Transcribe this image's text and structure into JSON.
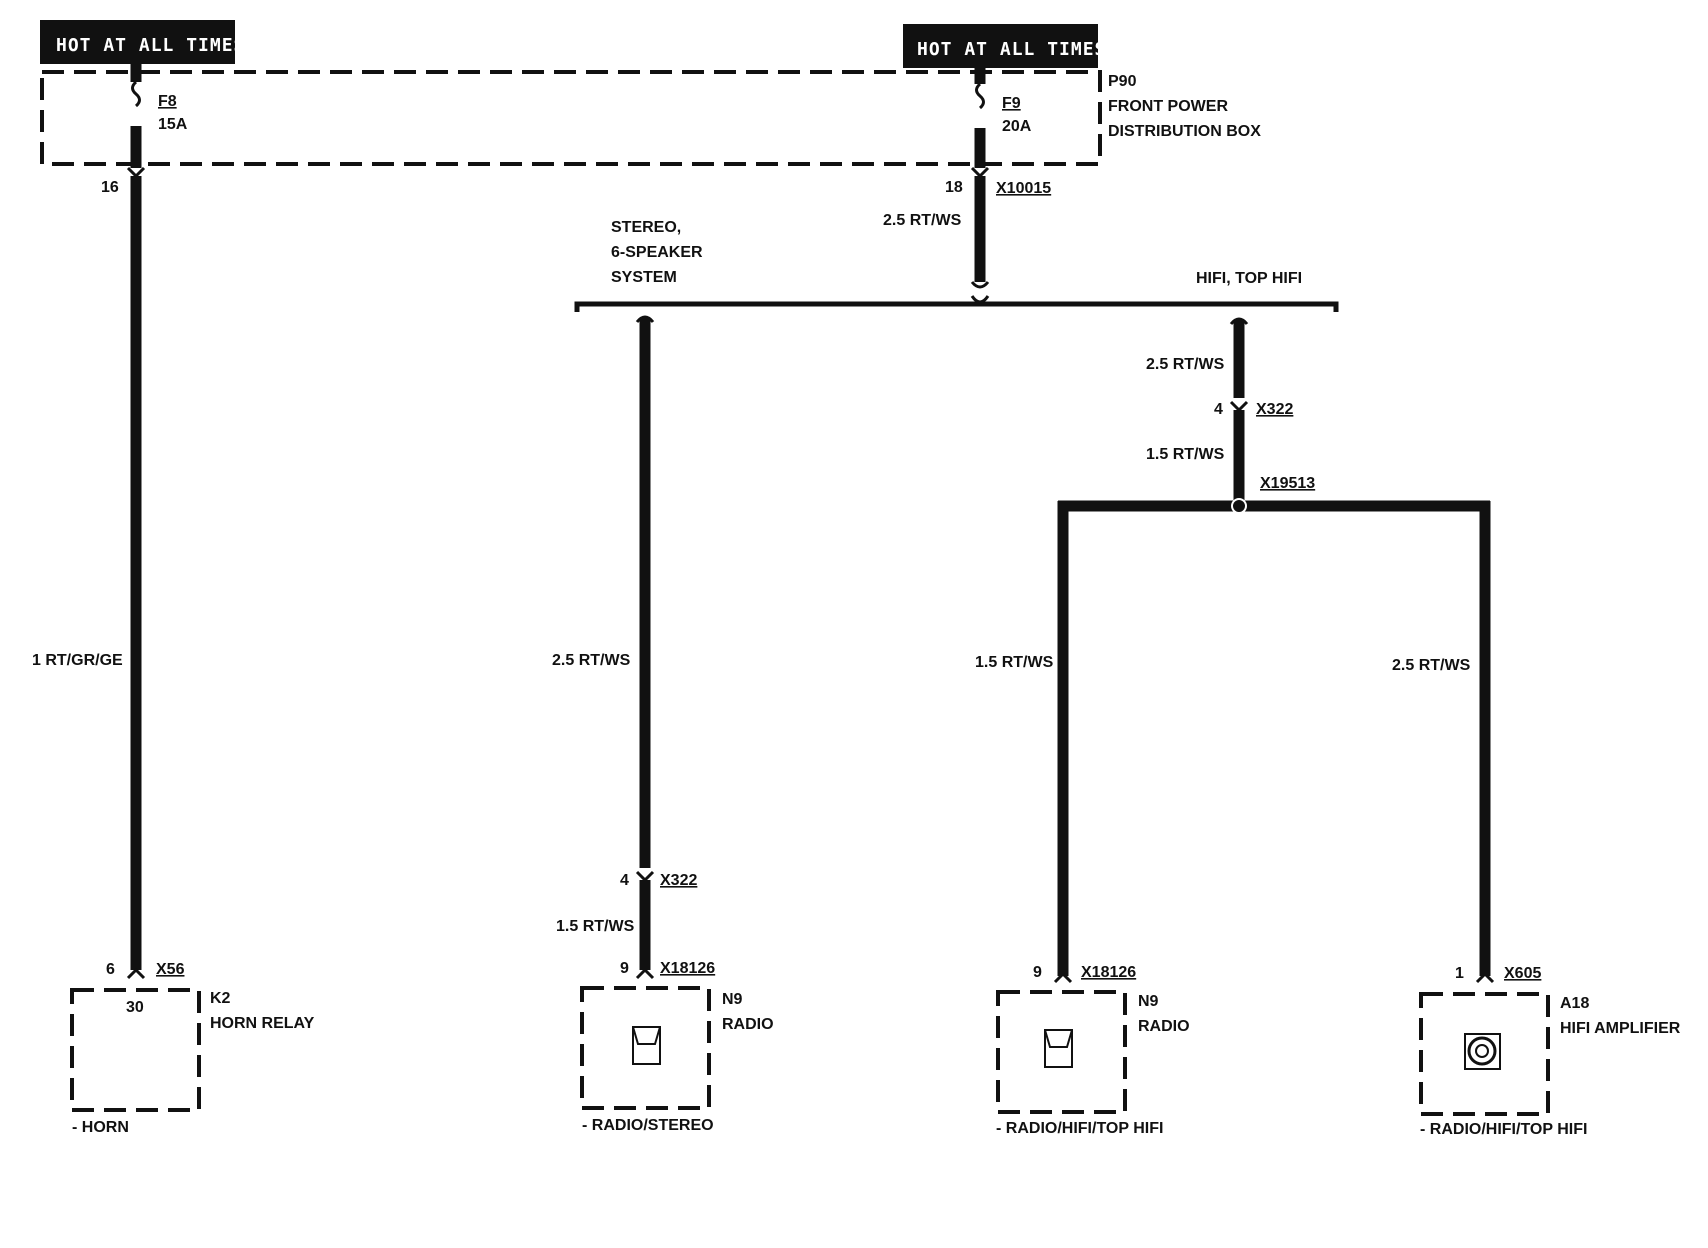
{
  "headers": {
    "left": "HOT AT ALL TIMES",
    "right": "HOT AT ALL TIMES"
  },
  "fuse_box": {
    "id": "P90",
    "name_line1": "FRONT POWER",
    "name_line2": "DISTRIBUTION BOX"
  },
  "fuses": {
    "f8": {
      "name": "F8",
      "rating": "15A",
      "pin": "16"
    },
    "f9": {
      "name": "F9",
      "rating": "20A",
      "pin": "18",
      "connector": "X10015"
    }
  },
  "wires": {
    "horn_feed": "1 RT/GR/GE",
    "f9_out": "2.5 RT/WS",
    "stereo_branch": "2.5 RT/WS",
    "stereo_after_x322": "1.5 RT/WS",
    "hifi_branch": "2.5 RT/WS",
    "hifi_after_x322": "1.5 RT/WS",
    "radio_hifi": "1.5 RT/WS",
    "amp_feed": "2.5 RT/WS"
  },
  "options": {
    "stereo_line1": "STEREO,",
    "stereo_line2": "6-SPEAKER",
    "stereo_line3": "SYSTEM",
    "hifi": "HIFI, TOP HIFI"
  },
  "connectors": {
    "x322_stereo": {
      "pin": "4",
      "name": "X322"
    },
    "x322_hifi": {
      "pin": "4",
      "name": "X322"
    },
    "splice": "X19513",
    "horn": {
      "pin": "6",
      "name": "X56"
    },
    "radio_stereo": {
      "pin": "9",
      "name": "X18126"
    },
    "radio_hifi": {
      "pin": "9",
      "name": "X18126"
    },
    "amp": {
      "pin": "1",
      "name": "X605"
    }
  },
  "components": {
    "horn_relay": {
      "id": "K2",
      "name": "HORN RELAY",
      "terminal": "30",
      "caption": "- HORN"
    },
    "radio_stereo": {
      "id": "N9",
      "name": "RADIO",
      "caption": "- RADIO/STEREO"
    },
    "radio_hifi": {
      "id": "N9",
      "name": "RADIO",
      "caption": "- RADIO/HIFI/TOP HIFI"
    },
    "amplifier": {
      "id": "A18",
      "name": "HIFI AMPLIFIER",
      "caption": "- RADIO/HIFI/TOP HIFI"
    }
  }
}
